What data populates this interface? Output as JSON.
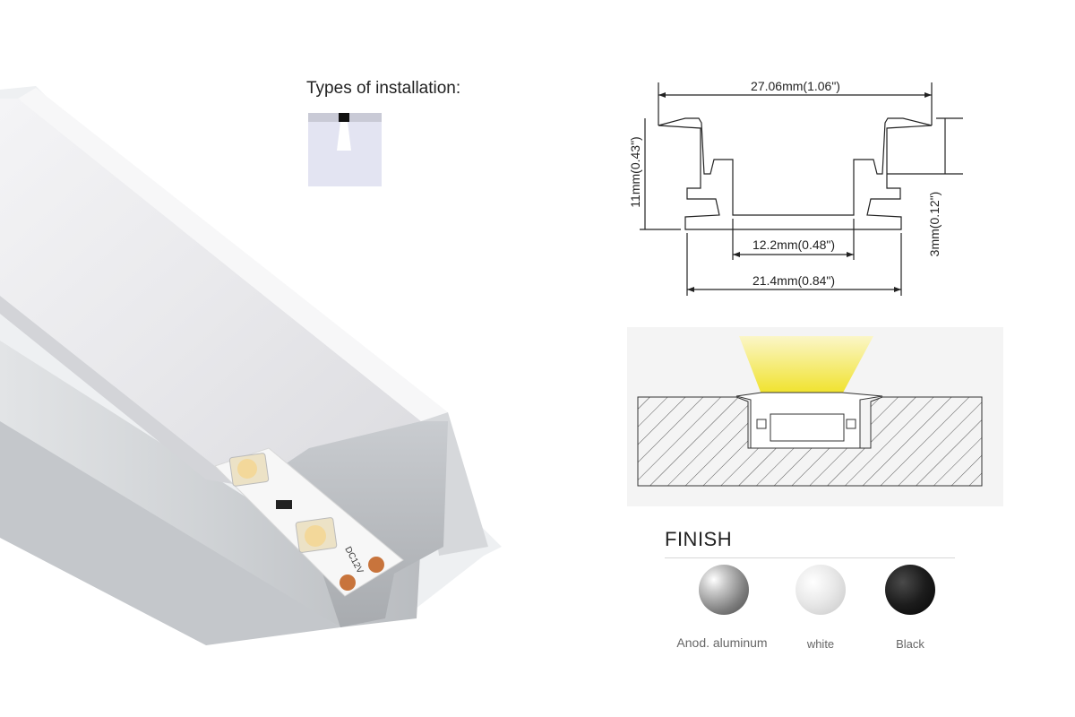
{
  "installation": {
    "title": "Types of installation:"
  },
  "drawing": {
    "width_top": "27.06mm(1.06\")",
    "height_total": "11mm(0.43\")",
    "inner_width": "12.2mm(0.48\")",
    "bottom_width": "21.4mm(0.84\")",
    "lip_height": "3mm(0.12\")"
  },
  "product": {
    "strip_marking": "DC12V"
  },
  "finish": {
    "title": "FINISH",
    "options": [
      {
        "label": "Anod. aluminum",
        "color": "#9a9a9a"
      },
      {
        "label": "white",
        "color": "#e6e6e6"
      },
      {
        "label": "Black",
        "color": "#1c1c1c"
      }
    ]
  },
  "colors": {
    "light_beam": "#f3e63a",
    "line": "#222222"
  }
}
